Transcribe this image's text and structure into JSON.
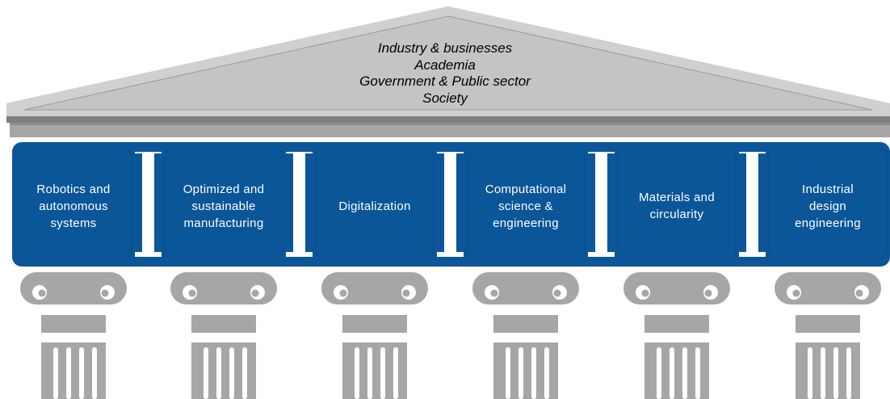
{
  "roof": {
    "lines": [
      "Industry & businesses",
      "Academia",
      "Government & Public sector",
      "Society"
    ]
  },
  "pillars": [
    {
      "label": "Robotics and\nautonomous\nsystems"
    },
    {
      "label": "Optimized and\nsustainable\nmanufacturing"
    },
    {
      "label": "Digitalization"
    },
    {
      "label": "Computational\nscience &\nengineering"
    },
    {
      "label": "Materials and\ncircularity"
    },
    {
      "label": "Industrial\ndesign\nengineering"
    }
  ],
  "colors": {
    "pillar_blue": "#0B5699",
    "column_gray": "#A6A6A6",
    "roof_light": "#C9C9C9",
    "roof_dark": "#7F7F7F"
  }
}
